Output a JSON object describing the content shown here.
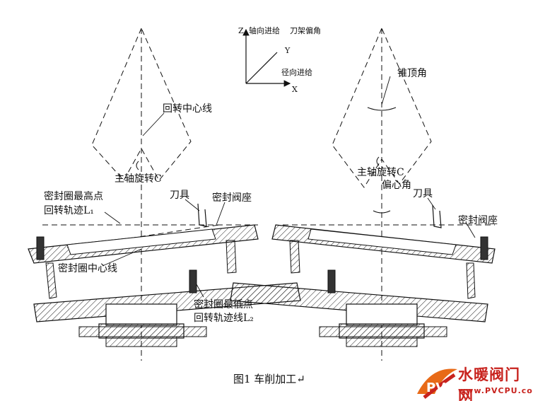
{
  "axes": {
    "z": "Z",
    "z_desc": "轴向进给",
    "y": "Y",
    "y_desc": "刀架偏角",
    "x": "X",
    "x_desc": "径向进给"
  },
  "left": {
    "rotation_centerline": "回转中心线",
    "spindle_rotation": "主轴旋转C",
    "tool": "刀具",
    "seat": "密封阀座",
    "highest_point_line1": "密封圈最高点",
    "highest_point_line2": "回转轨迹L₁",
    "ring_centerline": "密封圈中心线",
    "lowest_point_line1": "密封圈最低点",
    "lowest_point_line2": "回转轨迹线L₂"
  },
  "right": {
    "cone_apex_angle": "锥顶角",
    "spindle_rotation": "主轴旋转C",
    "eccentric_angle": "偏心角",
    "tool": "刀具",
    "seat": "密封阀座"
  },
  "caption": "图1 车削加工↵",
  "watermark": {
    "text": "水暖阀门网",
    "url": "www.PVCPU.com",
    "logo_letters": "PV",
    "brand_color": "#c8231e"
  }
}
